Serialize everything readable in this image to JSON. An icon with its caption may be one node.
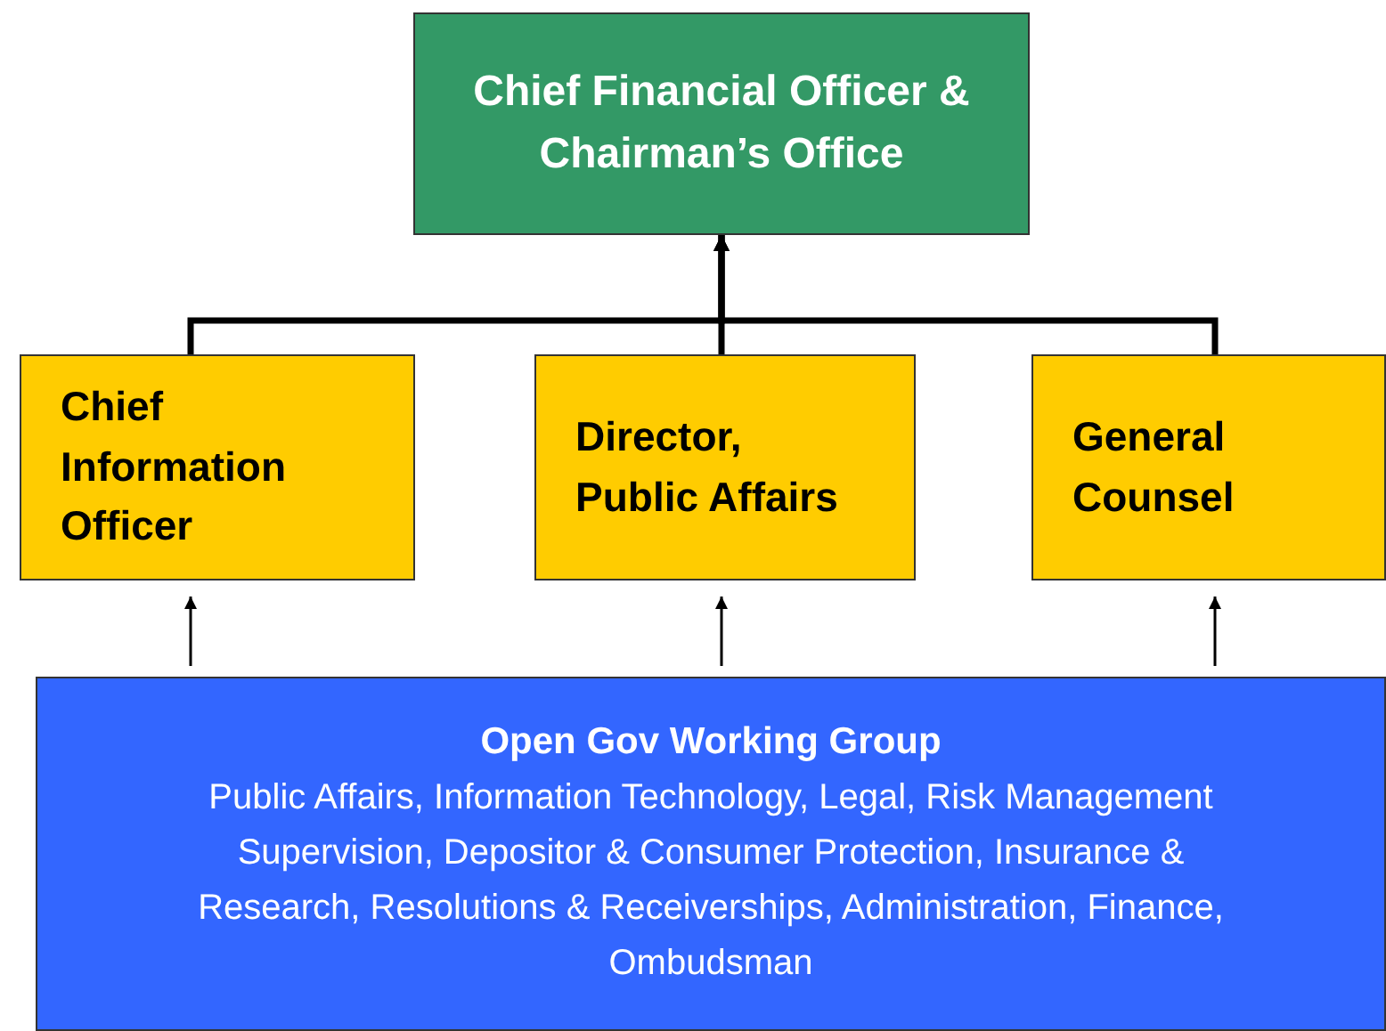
{
  "diagram": {
    "nodes": [
      {
        "text": [
          "Chief Financial Officer & Chairman’s Office"
        ]
      },
      {
        "text": [
          "Chief Information Officer"
        ]
      },
      {
        "text": [
          "Director, Public Affairs"
        ]
      },
      {
        "text": [
          "General Counsel"
        ]
      },
      {
        "text": [
          "Open Gov Working Group",
          "Public Affairs, Information Technology, Legal, Risk Management Supervision, Depositor & Consumer Protection, Insurance & Research, Resolutions & Receiverships, Administration, Finance, Ombudsman"
        ]
      }
    ],
    "edges": [
      {
        "from": 1,
        "to": 0,
        "arrow": "to",
        "style": "thick"
      },
      {
        "from": 2,
        "to": 0,
        "arrow": "to",
        "style": "thick"
      },
      {
        "from": 3,
        "to": 0,
        "arrow": "to",
        "style": "thick"
      },
      {
        "from": 4,
        "to": 1,
        "arrow": "to"
      },
      {
        "from": 4,
        "to": 2,
        "arrow": "to"
      },
      {
        "from": 4,
        "to": 3,
        "arrow": "to"
      }
    ]
  }
}
